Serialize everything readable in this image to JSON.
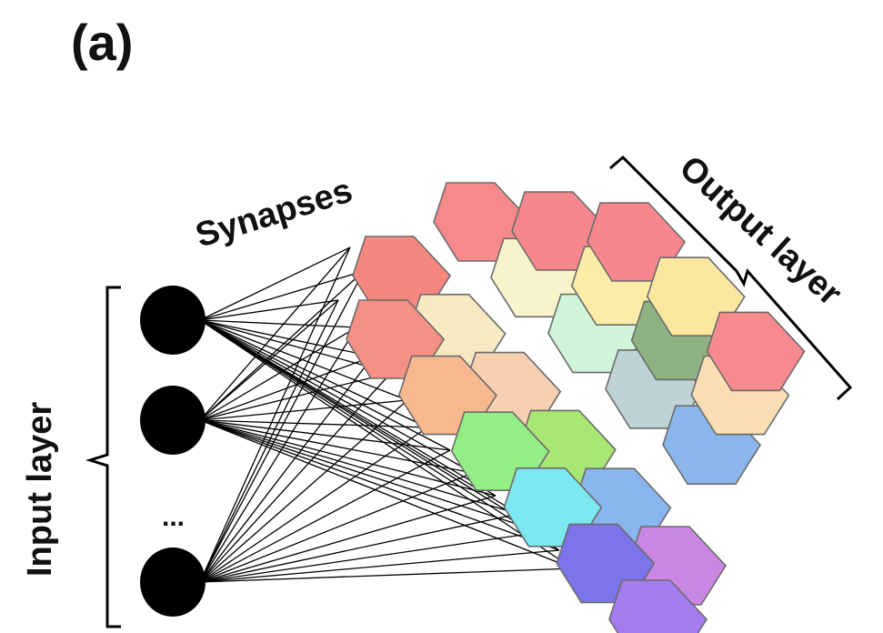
{
  "figure": {
    "panel_label": "(a)",
    "input_label": "Input layer",
    "synapses_label": "Synapses",
    "output_label": "Output layer",
    "ellipsis": "..."
  },
  "input_nodes": [
    "node-1",
    "node-2",
    "node-n"
  ],
  "output_grid": {
    "rows": [
      [
        "#f6877f",
        "#f7e9c2",
        "#f6d0b1",
        "#a9e774",
        "#8ab6ef",
        "#c986e2"
      ],
      [
        "#f39184",
        "#f8b88d",
        "#93ee86",
        "#7ce8ef",
        "#7b74ea",
        "#a47cef"
      ],
      [
        "#f7898a",
        "#f8f3ca",
        "#d0f4d9",
        "#bfd3d6",
        "#8bb6ec"
      ],
      [
        "#f6888d",
        "#fbeda5",
        "#8fb283",
        "#fbdfb4"
      ],
      [
        "#f7868d",
        "#fbe7a0",
        "#f78a8e"
      ]
    ]
  }
}
